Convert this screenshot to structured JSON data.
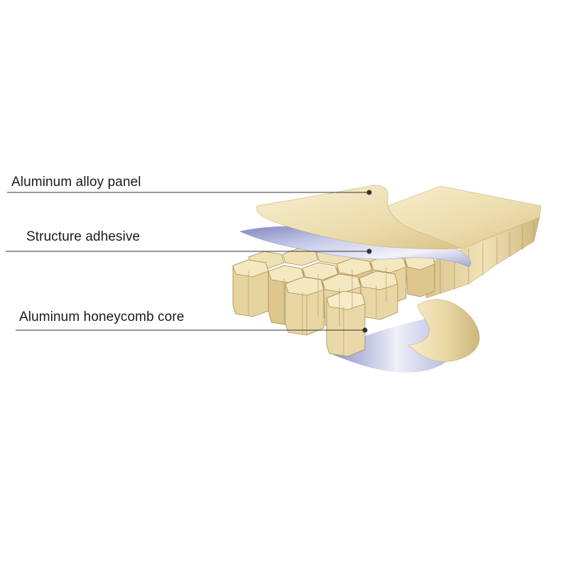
{
  "labels": {
    "panel": "Aluminum alloy panel",
    "adhesive": "Structure adhesive",
    "core": "Aluminum honeycomb core"
  },
  "colors": {
    "panel_light": "#f3e8c2",
    "panel_mid": "#e5d39c",
    "panel_dark": "#c9b37a",
    "adhesive_light": "#eceef8",
    "adhesive_mid": "#b9bde0",
    "adhesive_dark": "#8e93c6",
    "core_face": "#e6d49f",
    "core_shade": "#d2bd84",
    "core_line": "#a88f5a",
    "leader_line": "#333333"
  }
}
